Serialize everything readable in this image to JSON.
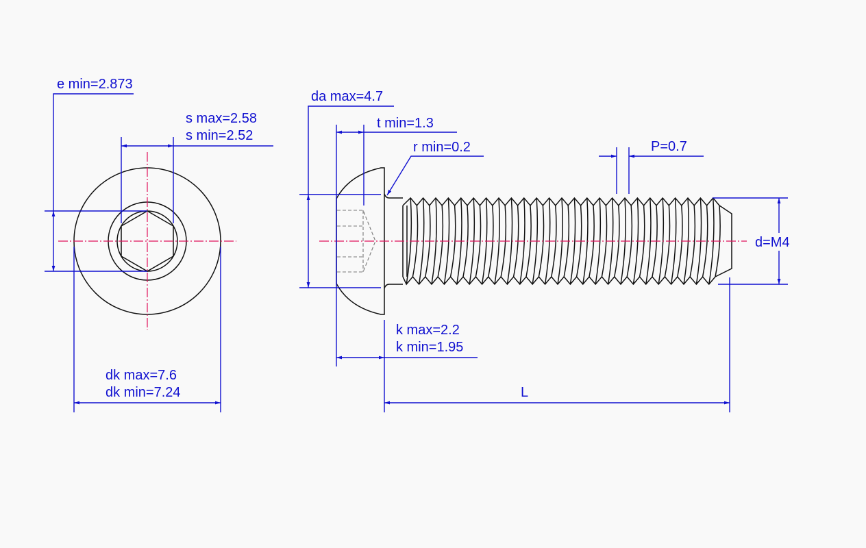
{
  "drawing": {
    "title": "Hex socket button head screw M4",
    "colors": {
      "dimension": "#1010d0",
      "outline": "#111111",
      "centerline": "#e0105a",
      "background": "#f9f9f9"
    },
    "end_view": {
      "e_min": "e min=2.873",
      "s_max": "s max=2.58",
      "s_min": "s min=2.52",
      "dk_max": "dk max=7.6",
      "dk_min": "dk min=7.24"
    },
    "side_view": {
      "da_max": "da max=4.7",
      "t_min": "t min=1.3",
      "r_min": "r min=0.2",
      "p": "P=0.7",
      "d": "d=M4",
      "k_max": "k max=2.2",
      "k_min": "k min=1.95",
      "length": "L"
    }
  }
}
